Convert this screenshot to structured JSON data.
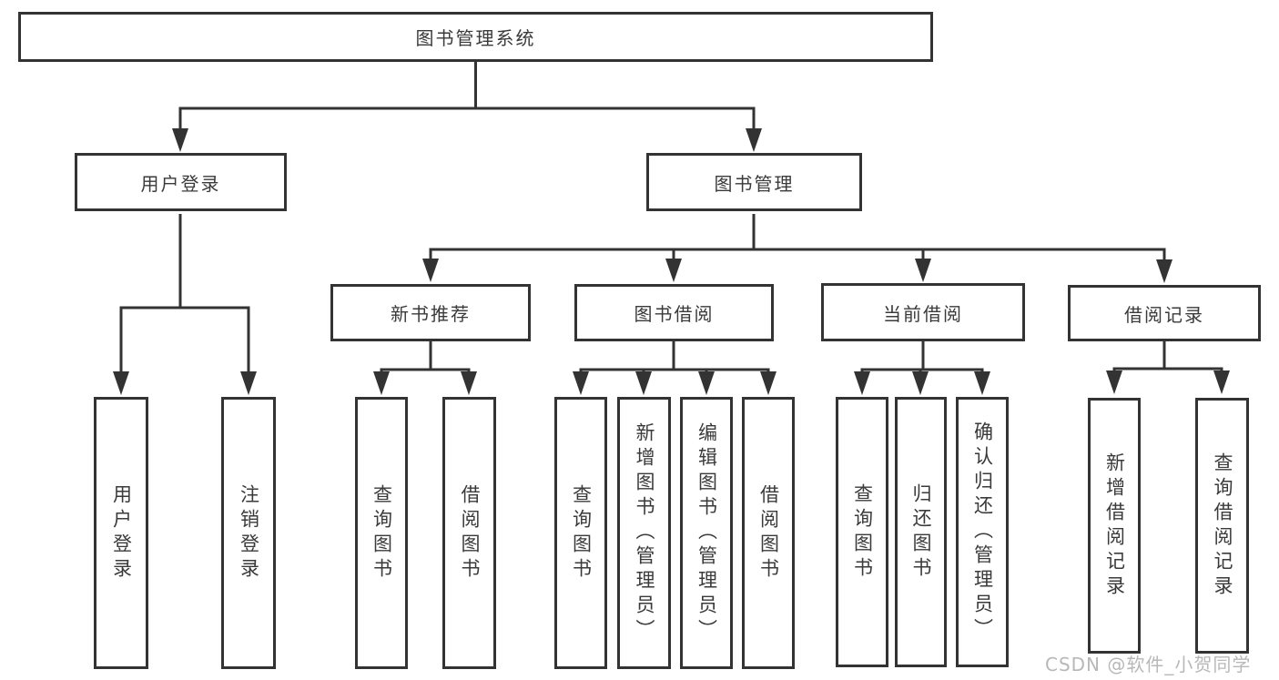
{
  "diagram": {
    "root": {
      "label": "图书管理系统"
    },
    "branches": [
      {
        "label": "用户登录",
        "children": [
          {
            "label": "用户登录"
          },
          {
            "label": "注销登录"
          }
        ]
      },
      {
        "label": "图书管理",
        "children": [
          {
            "label": "新书推荐",
            "children": [
              {
                "label": "查询图书"
              },
              {
                "label": "借阅图书"
              }
            ]
          },
          {
            "label": "图书借阅",
            "children": [
              {
                "label": "查询图书"
              },
              {
                "label": "新增图书（管理员）"
              },
              {
                "label": "编辑图书（管理员）"
              },
              {
                "label": "借阅图书"
              }
            ]
          },
          {
            "label": "当前借阅",
            "children": [
              {
                "label": "查询图书"
              },
              {
                "label": "归还图书"
              },
              {
                "label": "确认归还（管理员）"
              }
            ]
          },
          {
            "label": "借阅记录",
            "children": [
              {
                "label": "新增借阅记录"
              },
              {
                "label": "查询借阅记录"
              }
            ]
          }
        ]
      }
    ]
  },
  "watermark": {
    "text": "CSDN @软件_小贺同学"
  },
  "colors": {
    "line": "#333333",
    "text": "#3a3a3a",
    "watermark": "#b8b8b8",
    "background": "#ffffff"
  }
}
